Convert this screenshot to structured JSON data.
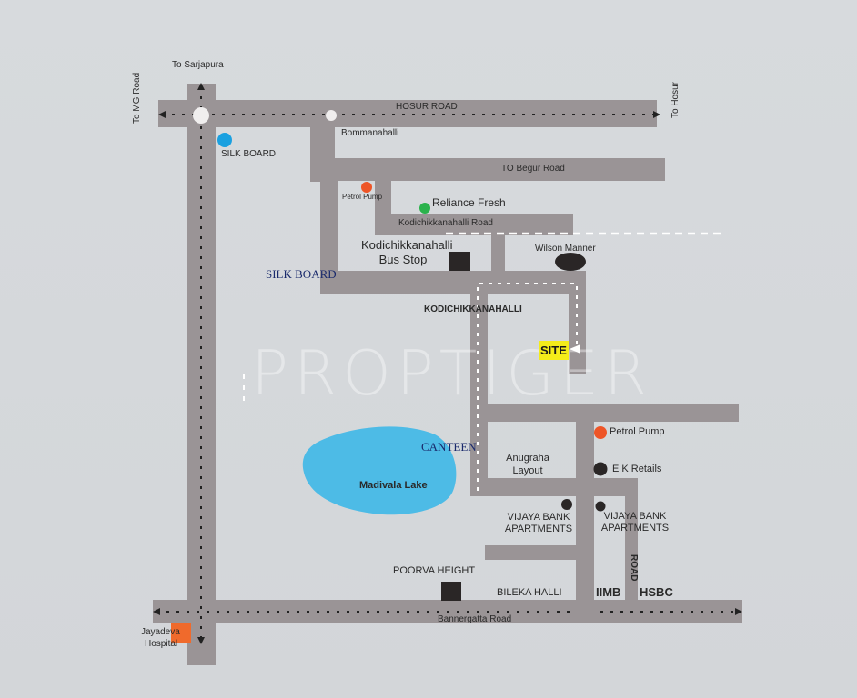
{
  "map": {
    "watermark": "PROPTIGER",
    "colors": {
      "background": "#d5d8dc",
      "road": "#9a9496",
      "lake": "#4dbbe6",
      "site_highlight": "#f4ec1a",
      "petrol_pump": "#ee5527",
      "reliance_fresh": "#2bb24c",
      "silk_board_marker": "#1aa0e0",
      "hospital_marker": "#f06a2c",
      "landmark_dark": "#2a2626",
      "serif_label": "#1a2a6c"
    },
    "directions": {
      "to_sarjapura": "To Sarjapura",
      "to_mg_road": "To MG Road",
      "to_hosur": "To Hosur"
    },
    "roads": {
      "hosur_road": "HOSUR ROAD",
      "begur_road": "TO Begur Road",
      "kodichikkanahalli_road": "Kodichikkanahalli Road",
      "bannergatta_road": "Bannergatta Road",
      "road_vertical": "ROAD"
    },
    "places": {
      "bommanahalli": "Bommanahalli",
      "silk_board_marker": "SILK BOARD",
      "silk_board_serif": "SILK BOARD",
      "petrol_pump_north": "Petrol Pump",
      "reliance_fresh": "Reliance Fresh",
      "bus_stop_line1": "Kodichikkanahalli",
      "bus_stop_line2": "Bus Stop",
      "wilson_manner": "Wilson Manner",
      "kodichikkanahalli": "KODICHIKKANAHALLI",
      "site": "SITE",
      "canteen": "CANTEEN",
      "madivala_lake": "Madivala Lake",
      "anugraha_line1": "Anugraha",
      "anugraha_line2": "Layout",
      "petrol_pump_south": "Petrol Pump",
      "ek_retails": "E K Retails",
      "vijaya_left_line1": "VIJAYA BANK",
      "vijaya_left_line2": "APARTMENTS",
      "vijaya_right_line1": "VIJAYA BANK",
      "vijaya_right_line2": "APARTMENTS",
      "poorva_height": "POORVA HEIGHT",
      "bileka_halli": "BILEKA HALLI",
      "iimb": "IIMB",
      "hsbc": "HSBC",
      "jayadeva_line1": "Jayadeva",
      "jayadeva_line2": "Hospital"
    }
  }
}
